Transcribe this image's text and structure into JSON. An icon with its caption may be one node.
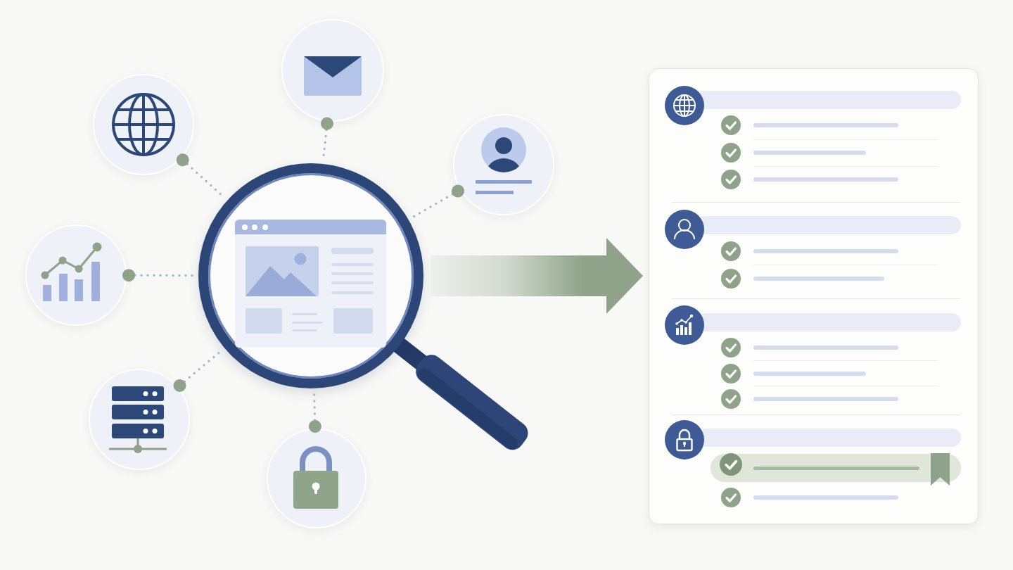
{
  "diagram": {
    "nodes": [
      {
        "text": [],
        "shape": "circle"
      },
      {
        "text": [],
        "shape": "circle"
      },
      {
        "text": [],
        "shape": "circle"
      },
      {
        "text": [],
        "shape": "circle"
      },
      {
        "text": [],
        "shape": "circle"
      },
      {
        "text": [],
        "shape": "circle"
      },
      {
        "text": [],
        "shape": "picture"
      },
      {
        "text": [],
        "shape": "box"
      }
    ],
    "edges": [
      {
        "from": 0,
        "to": 6,
        "arrow": "other",
        "style": "dashed"
      },
      {
        "from": 1,
        "to": 6,
        "arrow": "other",
        "style": "dashed"
      },
      {
        "from": 2,
        "to": 6,
        "arrow": "other",
        "style": "dashed"
      },
      {
        "from": 3,
        "to": 6,
        "arrow": "other",
        "style": "dashed"
      },
      {
        "from": 4,
        "to": 6,
        "arrow": "other",
        "style": "dashed"
      },
      {
        "from": 5,
        "to": 6,
        "arrow": "other",
        "style": "dashed"
      },
      {
        "from": 6,
        "to": 7,
        "arrow": "to",
        "style": "thick",
        "color": "#8ea389"
      }
    ]
  }
}
